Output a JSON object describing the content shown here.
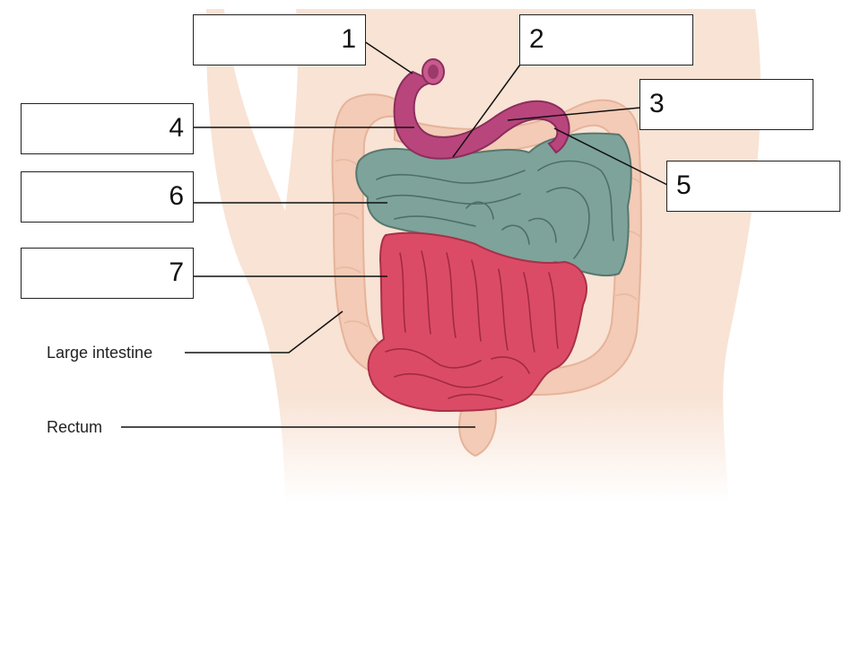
{
  "diagram": {
    "subject": "small intestine anatomy labeling",
    "colors": {
      "body": "#f8e3d5",
      "colon": "#f3cbb6",
      "duodenum": "#b9457d",
      "jejunum": "#7ea39a",
      "ileum": "#dc4b66",
      "leader": "#111111"
    },
    "boxes": [
      {
        "id": "box-1",
        "number": "1"
      },
      {
        "id": "box-2",
        "number": "2"
      },
      {
        "id": "box-3",
        "number": "3"
      },
      {
        "id": "box-4",
        "number": "4"
      },
      {
        "id": "box-5",
        "number": "5"
      },
      {
        "id": "box-6",
        "number": "6"
      },
      {
        "id": "box-7",
        "number": "7"
      }
    ],
    "labels": {
      "large_intestine": "Large intestine",
      "rectum": "Rectum"
    }
  }
}
